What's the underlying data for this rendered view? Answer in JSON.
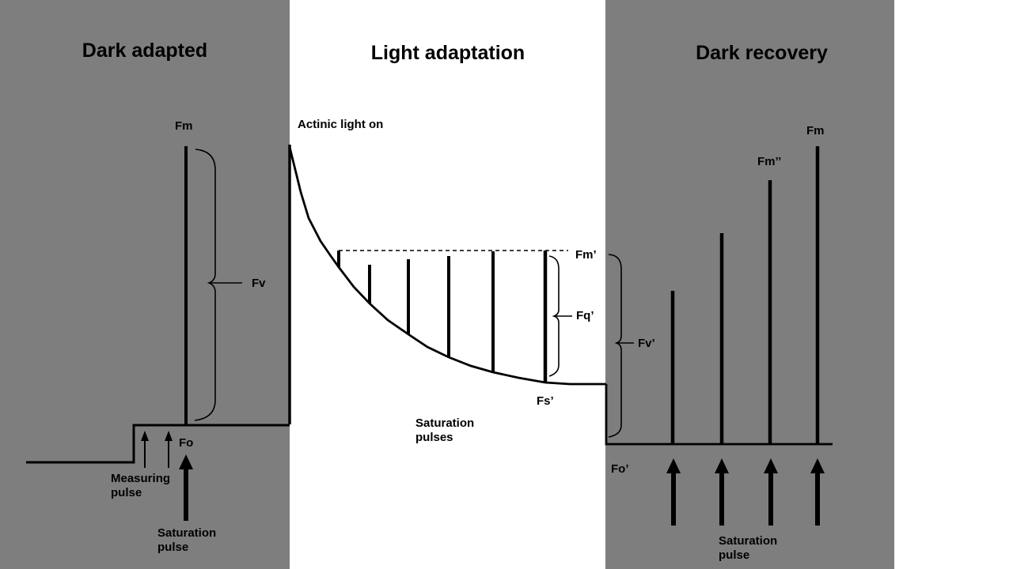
{
  "colors": {
    "background": "#ffffff",
    "panel_gray": "#7e7e7e",
    "line": "#000000"
  },
  "left": {
    "title": "Dark adapted",
    "fm": "Fm",
    "fv": "Fv",
    "fo": "Fo",
    "measuring_pulse": [
      "Measuring",
      "pulse"
    ],
    "saturation_pulse": [
      "Saturation",
      "pulse"
    ]
  },
  "middle": {
    "title": "Light adaptation",
    "actinic": "Actinic light on",
    "fm_prime": "Fm’",
    "fq_prime": "Fq’",
    "fs_prime": "Fs’",
    "saturation_pulses": [
      "Saturation",
      "pulses"
    ]
  },
  "right": {
    "title": "Dark recovery",
    "fm_double_prime": "Fm’’",
    "fm": "Fm",
    "fv_prime": "Fv’",
    "fo_prime": "Fo’",
    "saturation_pulse": [
      "Saturation",
      "pulse"
    ]
  }
}
